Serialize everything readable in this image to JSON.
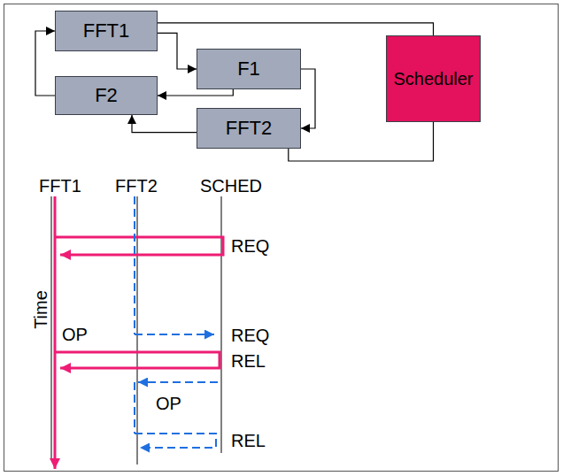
{
  "diagram": {
    "nodes": [
      {
        "text": [
          "FFT1"
        ]
      },
      {
        "text": [
          "F1"
        ]
      },
      {
        "text": [
          "F2"
        ]
      },
      {
        "text": [
          "FFT2"
        ]
      },
      {
        "text": [
          "Scheduler"
        ]
      }
    ],
    "edges": [
      {
        "from": 0,
        "to": 1,
        "arrow": "to"
      },
      {
        "from": 1,
        "to": 2,
        "arrow": "to"
      },
      {
        "from": 1,
        "to": 3,
        "arrow": "to"
      },
      {
        "from": 3,
        "to": 2,
        "arrow": "to"
      },
      {
        "from": 2,
        "to": 0,
        "arrow": "to"
      },
      {
        "from": 0,
        "to": 4,
        "arrow": "none"
      },
      {
        "from": 3,
        "to": 4,
        "arrow": "none"
      }
    ],
    "labels": [
      "FFT1",
      "FFT2",
      "SCHED",
      "REQ",
      "REQ",
      "REL",
      "REL",
      "OP",
      "OP",
      "Time"
    ]
  }
}
